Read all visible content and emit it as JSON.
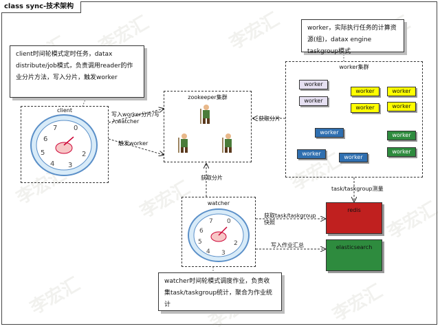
{
  "diagram": {
    "tab_title": "class sync-技术架构",
    "watermark": "李宏汇",
    "notes": {
      "worker": "worker，实际执行任务的计算资源(组)，datax engine taskgroup模式",
      "client": "client时间轮模式定时任务，datax distribute/job模式，负责调用reader的作业分片方法，写入分片，触发worker",
      "watcher": "watcher时间轮模式调度作业，负责收集task/taskgroup统计，聚合为作业统计"
    },
    "groups": {
      "client": "client",
      "zookeeper": "zookeeper集群",
      "worker": "worker集群",
      "watcher": "watcher"
    },
    "worker_label": "worker",
    "stores": {
      "redis": "redis",
      "elasticsearch": "elasticsearch"
    },
    "edge_labels": {
      "client_write_shard": "写入worker分片/写入watcher",
      "client_trigger": "触发worker",
      "worker_fetch": "获取分片",
      "watcher_fetch": "获取分片",
      "worker_metrics": "task/taskgroup测量",
      "watcher_snapshot": "获取task/taskgroup快照",
      "watcher_write": "写入作业汇总"
    },
    "colors": {
      "redis": "#c0201f",
      "elasticsearch": "#2e8b3e",
      "worker_lavender": "#e6e0f2",
      "worker_yellow": "#ffff00",
      "worker_blue": "#2f6fb0",
      "worker_green": "#2e8b3e"
    },
    "icons": [
      "clock-wheel-icon",
      "worker-figure-icon"
    ]
  }
}
